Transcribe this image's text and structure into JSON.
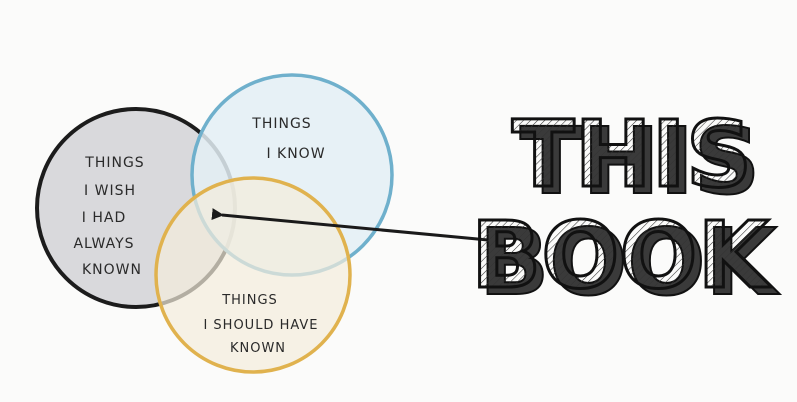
{
  "diagram": {
    "circles": [
      {
        "id": "wish",
        "lines": [
          "THINGS",
          "I WISH",
          "I HAD",
          "ALWAYS",
          "KNOWN"
        ],
        "stroke": "#1c1c1c",
        "fill": "#d9d9dc"
      },
      {
        "id": "know",
        "lines": [
          "THINGS",
          "I KNOW"
        ],
        "stroke": "#6fb0cc",
        "fill": "#e3eef5"
      },
      {
        "id": "should",
        "lines": [
          "THINGS",
          "I SHOULD HAVE",
          "KNOWN"
        ],
        "stroke": "#e0b24e",
        "fill": "#f4ecdc"
      }
    ],
    "pointer": {
      "label_lines": [
        "THIS",
        "BOOK"
      ],
      "arrow_color": "#1a1a1a"
    }
  }
}
